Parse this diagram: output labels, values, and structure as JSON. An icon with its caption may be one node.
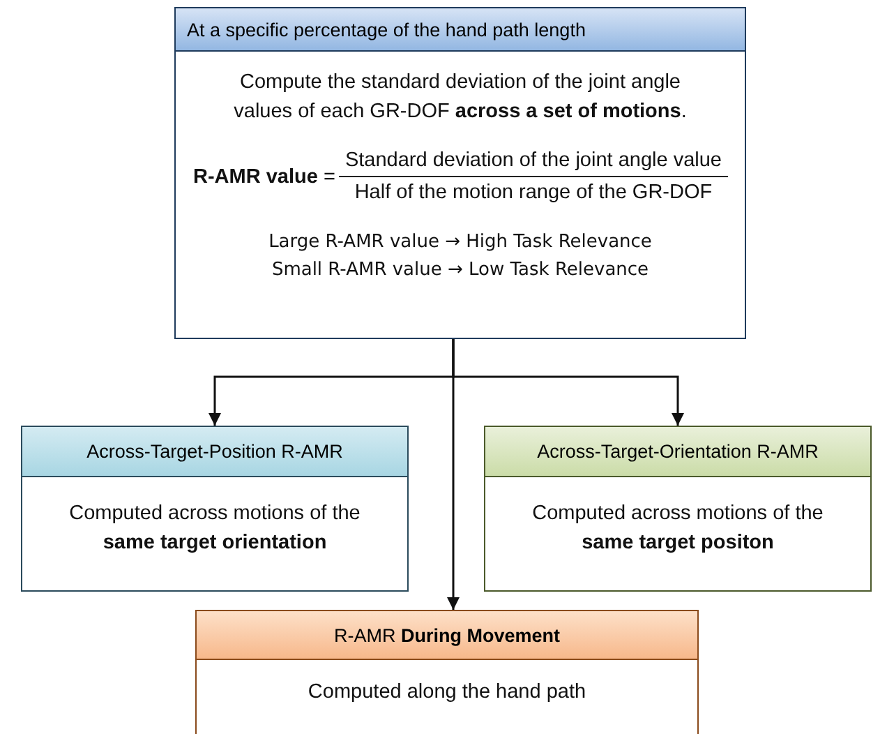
{
  "diagram": {
    "nodes": [
      {
        "text": [
          "At a specific percentage of the hand path length",
          "Compute the standard deviation of the joint angle values of each GR-DOF **across a set of motions**.",
          "**R-AMR value** =",
          "Standard deviation of the joint angle value",
          "Half of the motion range of the GR-DOF",
          "Large R-AMR value → High Task Relevance",
          "Small R-AMR value → Low Task Relevance"
        ]
      },
      {
        "text": [
          "Across-Target-Position R-AMR",
          "Computed across motions of the **same target orientation**"
        ]
      },
      {
        "text": [
          "Across-Target-Orientation R-AMR",
          "Computed across motions of the **same target positon**"
        ]
      },
      {
        "text": [
          "R-AMR **During Movement**",
          "Computed along the hand path"
        ]
      }
    ],
    "edges": [
      {
        "from": 0,
        "to": 1,
        "arrow": "to"
      },
      {
        "from": 0,
        "to": 2,
        "arrow": "to"
      },
      {
        "from": 0,
        "to": 3,
        "arrow": "to"
      }
    ]
  }
}
